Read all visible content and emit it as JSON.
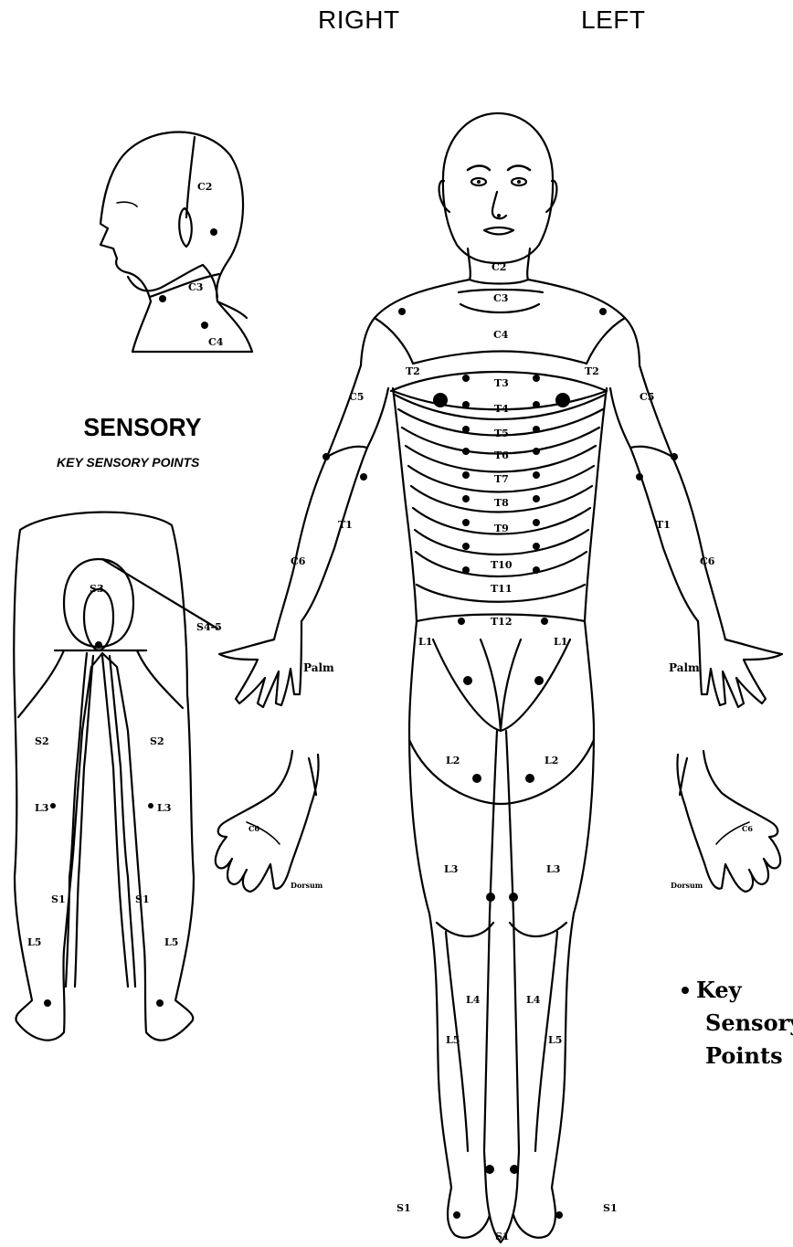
{
  "header": {
    "right": "RIGHT",
    "left": "LEFT"
  },
  "title": "SENSORY",
  "subtitle": "KEY SENSORY POINTS",
  "legend": {
    "line1": "Key",
    "line2": "Sensory",
    "line3": "Points"
  },
  "labels": {
    "c2": "C2",
    "c3": "C3",
    "c4": "C4",
    "t2": "T2",
    "t3": "T3",
    "t4": "T4",
    "t5": "T5",
    "t6": "T6",
    "t7": "T7",
    "t8": "T8",
    "t9": "T9",
    "t10": "T10",
    "t11": "T11",
    "t12": "T12",
    "c5": "C5",
    "c6": "C6",
    "t1": "T1",
    "l1": "L1",
    "l2": "L2",
    "l3": "L3",
    "l4": "L4",
    "l5": "L5",
    "s1": "S1",
    "s2": "S2",
    "s3": "S3",
    "s45": "S4-5",
    "palm": "Palm",
    "dorsum": "Dorsum"
  },
  "colors": {
    "ink": "#000000",
    "paper": "#ffffff"
  }
}
